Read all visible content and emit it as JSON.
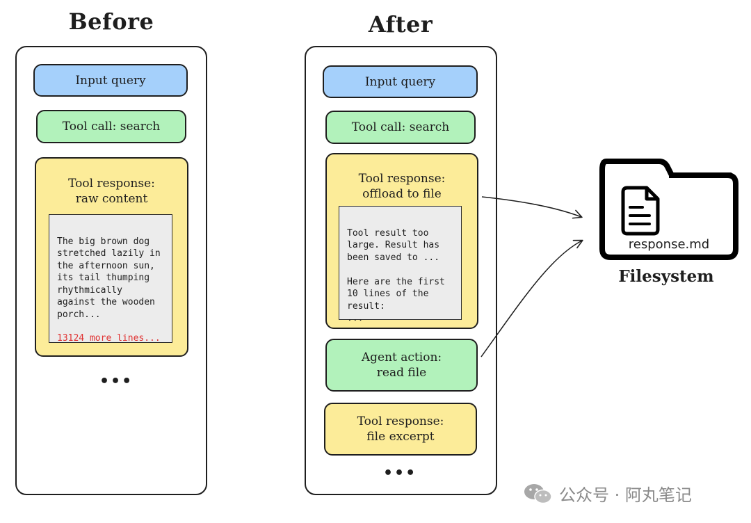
{
  "before": {
    "heading": "Before",
    "input_query": "Input query",
    "tool_call": "Tool call: search",
    "tool_response_title": "Tool response:\nraw content",
    "raw_content": "The big brown dog\nstretched lazily in\nthe afternoon sun,\nits tail thumping\nrhythmically\nagainst the wooden\nporch...",
    "more_lines": "13124 more lines...",
    "ellipsis": "•••"
  },
  "after": {
    "heading": "After",
    "input_query": "Input query",
    "tool_call": "Tool call: search",
    "tool_response_title": "Tool response:\noffload to file",
    "offload_content": "Tool result too\nlarge. Result has\nbeen saved to ...\n\nHere are the first\n10 lines of the\nresult:\n...",
    "agent_action": "Agent action:\nread file",
    "file_excerpt": "Tool response:\nfile excerpt",
    "ellipsis": "•••"
  },
  "filesystem": {
    "file_name": "response.md",
    "label": "Filesystem"
  },
  "watermark": {
    "text": "公众号 · 阿丸笔记"
  },
  "colors": {
    "blue": "#a5d0fb",
    "green": "#b2f2bb",
    "yellow": "#fcec99",
    "inner_gray": "#ececec",
    "red_text": "#e03131",
    "stroke": "#1e1e1e"
  }
}
